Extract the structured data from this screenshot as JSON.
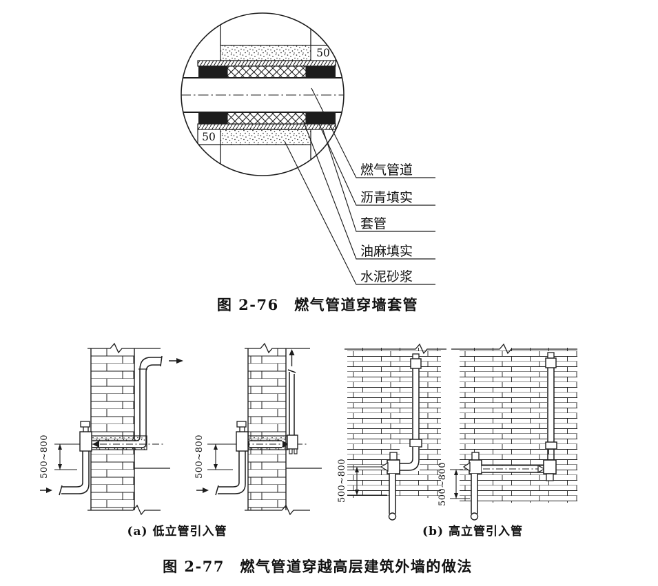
{
  "page": {
    "background": "#ffffff",
    "ink": "#1c1c1c"
  },
  "figure_76": {
    "caption": "图 2-76　燃气管道穿墙套管",
    "dim_top_right": "50",
    "dim_bottom_left": "50",
    "labels": [
      "燃气管道",
      "沥青填实",
      "套管",
      "油麻填实",
      "水泥砂浆"
    ]
  },
  "figure_77": {
    "caption": "图 2-77　燃气管道穿越高层建筑外墙的做法",
    "sub_a": {
      "caption": "(a) 低立管引入管",
      "dim_left": "500~800",
      "dim_right": "500~800"
    },
    "sub_b": {
      "caption": "(b) 高立管引入管",
      "dim_left": "500~800",
      "dim_right": "500~800"
    }
  }
}
